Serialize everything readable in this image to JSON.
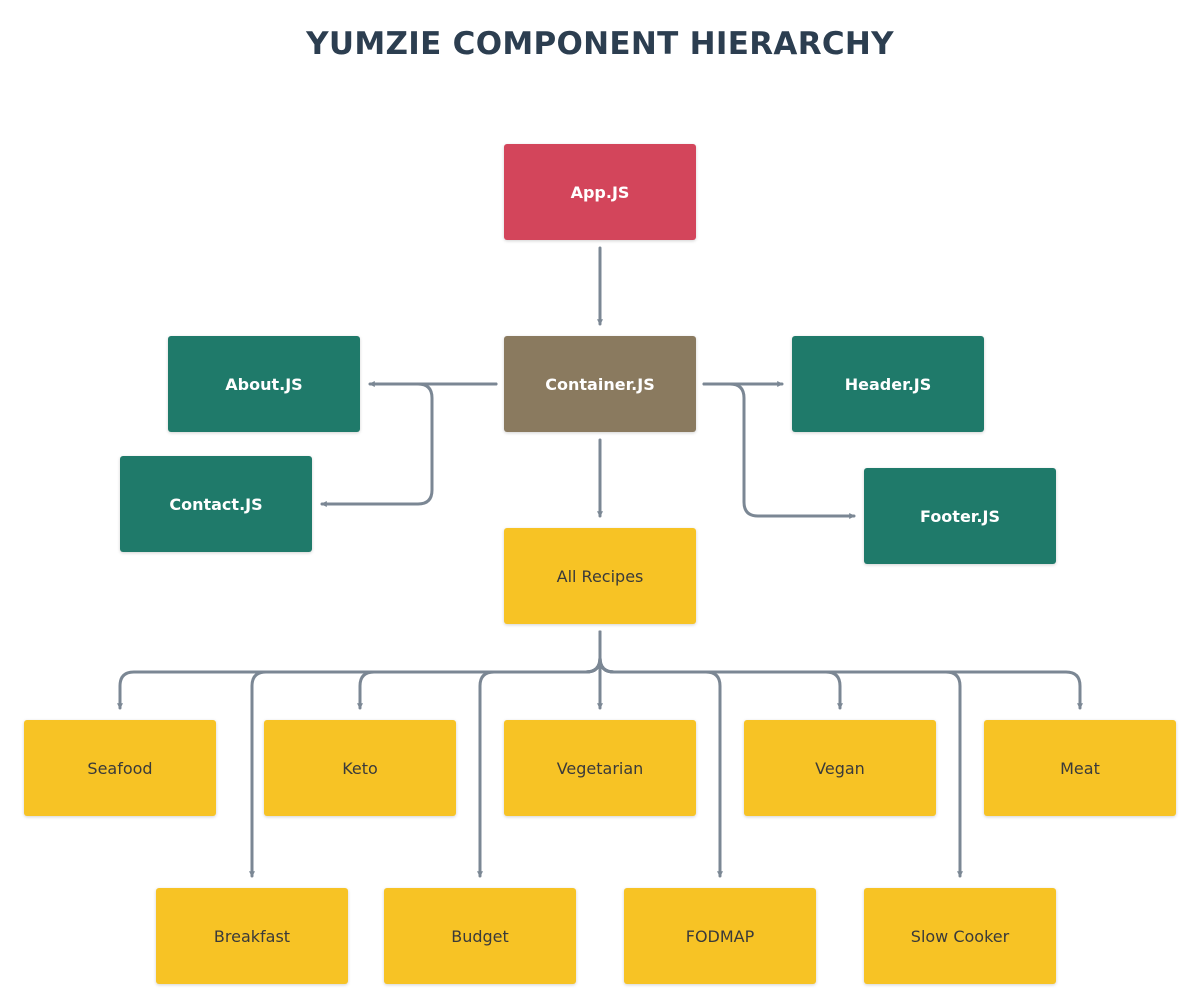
{
  "title": "YUMZIE COMPONENT HIERARCHY",
  "colors": {
    "root": "#d3455b",
    "container": "#8a7a5f",
    "page_component": "#1f7a6a",
    "category": "#f7c325",
    "connector": "#7b8794",
    "title_text": "#2c3e50"
  },
  "nodes": {
    "app": "App.JS",
    "container": "Container.JS",
    "about": "About.JS",
    "contact": "Contact.JS",
    "header": "Header.JS",
    "footer": "Footer.JS",
    "all_recipes": "All Recipes",
    "categories_row1": [
      "Seafood",
      "Keto",
      "Vegetarian",
      "Vegan",
      "Meat"
    ],
    "categories_row2": [
      "Breakfast",
      "Budget",
      "FODMAP",
      "Slow Cooker"
    ]
  },
  "hierarchy": [
    {
      "parent": "App.JS",
      "children": [
        "Container.JS"
      ]
    },
    {
      "parent": "Container.JS",
      "children": [
        "About.JS",
        "Contact.JS",
        "Header.JS",
        "Footer.JS",
        "All Recipes"
      ]
    },
    {
      "parent": "All Recipes",
      "children": [
        "Seafood",
        "Breakfast",
        "Keto",
        "Budget",
        "Vegetarian",
        "FODMAP",
        "Vegan",
        "Slow Cooker",
        "Meat"
      ]
    }
  ]
}
